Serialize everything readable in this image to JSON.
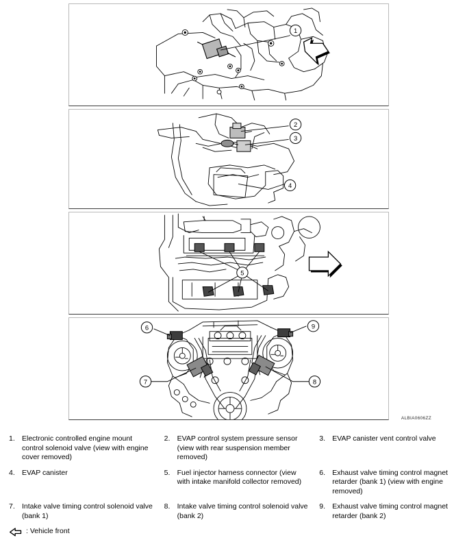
{
  "figure": {
    "id_code": "ALBIA0606ZZ",
    "panels": [
      {
        "name": "panel-engine-mount-solenoid",
        "callouts": [
          "1"
        ],
        "direction_arrow": "down-right",
        "description": "Engine compartment view with electronic controlled engine mount control solenoid valve"
      },
      {
        "name": "panel-evap-components",
        "callouts": [
          "2",
          "3",
          "4"
        ],
        "direction_arrow": "none",
        "description": "Underbody view with EVAP control system pressure sensor, canister vent control valve and EVAP canister"
      },
      {
        "name": "panel-fuel-injector-harness",
        "callouts": [
          "5"
        ],
        "direction_arrow": "right",
        "description": "Engine top view with fuel injector harness connectors"
      },
      {
        "name": "panel-valve-timing-control",
        "callouts": [
          "6",
          "7",
          "8",
          "9"
        ],
        "direction_arrow": "none",
        "description": "Engine front view with intake and exhaust valve timing control components"
      }
    ]
  },
  "legend": {
    "items": [
      {
        "num": "1.",
        "text": "Electronic controlled engine mount control solenoid valve (view with engine cover removed)"
      },
      {
        "num": "2.",
        "text": "EVAP control system pressure sensor (view with rear suspension member removed)"
      },
      {
        "num": "3.",
        "text": "EVAP canister vent control valve"
      },
      {
        "num": "4.",
        "text": "EVAP canister"
      },
      {
        "num": "5.",
        "text": "Fuel injector harness connector (view with intake manifold collector removed)"
      },
      {
        "num": "6.",
        "text": "Exhaust valve timing control magnet retarder (bank 1) (view with engine removed)"
      },
      {
        "num": "7.",
        "text": "Intake valve timing control solenoid valve (bank 1)"
      },
      {
        "num": "8.",
        "text": "Intake valve timing control solenoid valve (bank 2)"
      },
      {
        "num": "9.",
        "text": "Exhaust valve timing control magnet retarder (bank 2)"
      }
    ],
    "note": {
      "icon": "left-arrow-icon",
      "text": ": Vehicle front"
    }
  }
}
